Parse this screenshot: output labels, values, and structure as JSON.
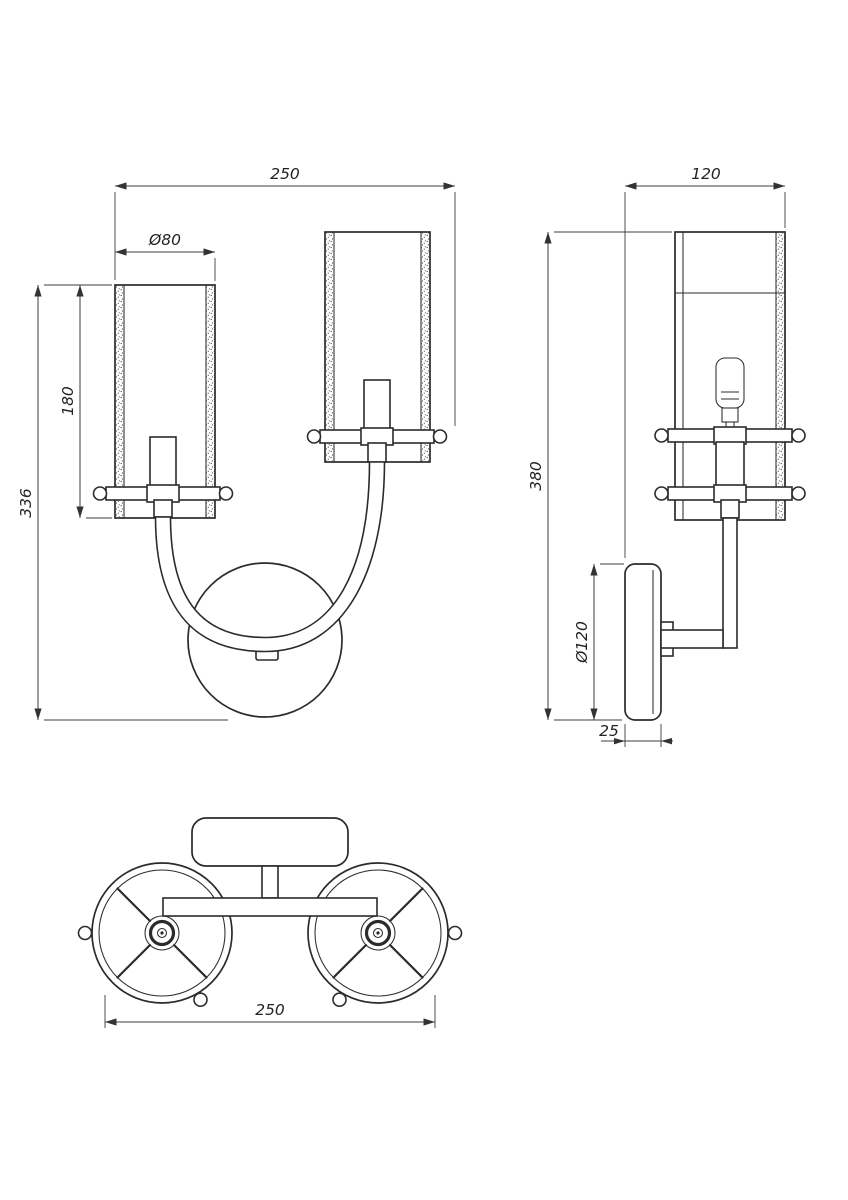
{
  "views": {
    "front": {
      "dim_width": "250",
      "dim_shade_diameter": "Ø80",
      "dim_shade_height": "180",
      "dim_total_height": "336"
    },
    "side": {
      "dim_depth": "120",
      "dim_height": "380",
      "dim_plate_diameter": "Ø120",
      "dim_plate_depth": "25"
    },
    "top": {
      "dim_width": "250"
    }
  },
  "colors": {
    "line": "#2b2b2b",
    "dimension": "#3c3c3c",
    "background": "#ffffff"
  }
}
